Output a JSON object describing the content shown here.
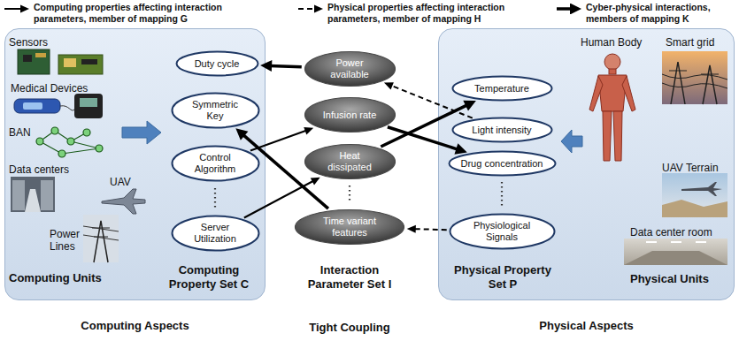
{
  "diagram": {
    "nodes": [
      {
        "text": [
          "Computing Aspects"
        ]
      },
      {
        "text": [
          "Duty cycle"
        ],
        "in": 0
      },
      {
        "text": [
          "Symmetric Key"
        ],
        "in": 0
      },
      {
        "text": [
          "Control Algorithm"
        ],
        "in": 0
      },
      {
        "text": [
          "Server Utilization"
        ],
        "in": 0
      },
      {
        "text": [
          "Power available"
        ]
      },
      {
        "text": [
          "Infusion rate"
        ]
      },
      {
        "text": [
          "Heat dissipated"
        ]
      },
      {
        "text": [
          "Time variant features"
        ]
      },
      {
        "text": [
          "Physical Aspects"
        ]
      },
      {
        "text": [
          "Temperature"
        ],
        "in": 9
      },
      {
        "text": [
          "Light intensity"
        ],
        "in": 9
      },
      {
        "text": [
          "Drug concentration"
        ],
        "in": 9
      },
      {
        "text": [
          "Physiological Signals"
        ],
        "in": 9
      }
    ],
    "edges": [
      {
        "from": 5,
        "to": 1,
        "arrow": "to"
      },
      {
        "from": 8,
        "to": 2,
        "arrow": "to"
      },
      {
        "from": 3,
        "to": 6,
        "arrow": "to"
      },
      {
        "from": 4,
        "to": 7,
        "arrow": "to"
      },
      {
        "from": 11,
        "to": 5,
        "arrow": "to"
      },
      {
        "from": 7,
        "to": 10,
        "arrow": "to"
      },
      {
        "from": 6,
        "to": 12,
        "arrow": "to"
      },
      {
        "from": 13,
        "to": 8,
        "arrow": "to"
      }
    ],
    "labels": [
      "Sensors",
      "Medical Devices",
      "BAN",
      "Data centers",
      "UAV",
      "Power Lines",
      "Computing Units",
      "Computing Property Set C",
      "Interaction Parameter Set I",
      "Tight Coupling",
      "Human Body",
      "Smart grid",
      "UAV Terrain",
      "Data center room",
      "Physical Property Set P",
      "Physical Units"
    ],
    "legend": [
      {
        "text": "Computing properties affecting interaction parameters, member of mapping G"
      },
      {
        "text": "Physical properties affecting interaction parameters, member of mapping H"
      },
      {
        "text": "Cyber-physical interactions, members of mapping K"
      }
    ]
  }
}
